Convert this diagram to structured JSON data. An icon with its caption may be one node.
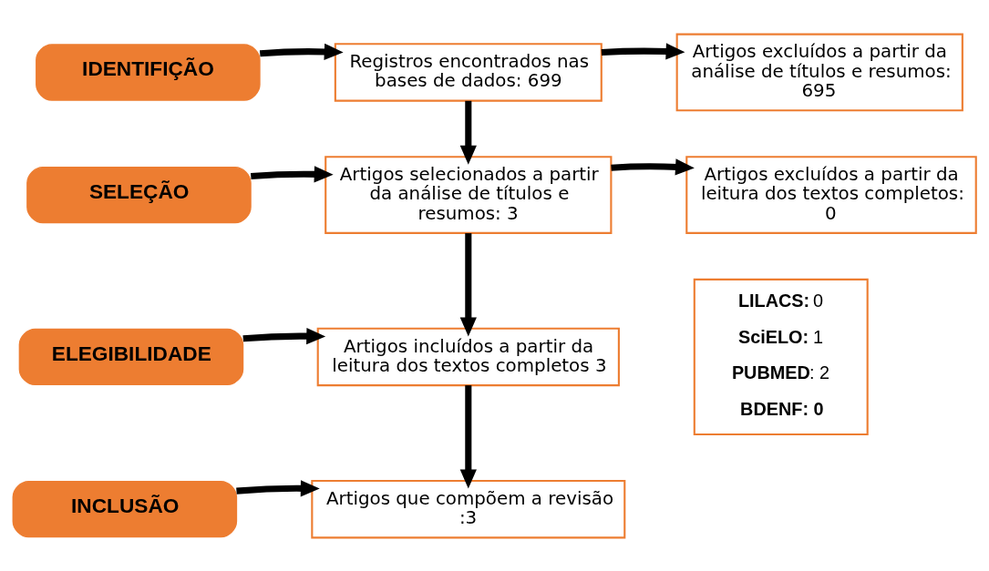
{
  "diagram": {
    "nodes": [
      {
        "text": [
          "IDENTIFIÇÃO"
        ]
      },
      {
        "text": [
          "Registros encontrados nas bases de dados: 699"
        ]
      },
      {
        "text": [
          "Artigos excluídos a partir da análise de títulos e resumos: 695"
        ]
      },
      {
        "text": [
          "SELEÇÃO"
        ]
      },
      {
        "text": [
          "Artigos selecionados a partir da análise de títulos e resumos: 3"
        ]
      },
      {
        "text": [
          "Artigos excluídos a partir da leitura dos textos completos: 0"
        ]
      },
      {
        "text": [
          "ELEGIBILIDADE"
        ]
      },
      {
        "text": [
          "Artigos incluídos a partir da leitura dos textos completos 3"
        ]
      },
      {
        "text": [
          "INCLUSÃO"
        ]
      },
      {
        "text": [
          "Artigos que compõem a revisão :3"
        ]
      },
      {
        "text": [
          "**LILACS:** 0",
          "**SciELO:** 1",
          "**PUBMED**: 2",
          "**BDENF: 0**"
        ]
      }
    ],
    "edges": [
      {
        "from": 0,
        "to": 1,
        "arrow": "to"
      },
      {
        "from": 1,
        "to": 2,
        "arrow": "to"
      },
      {
        "from": 1,
        "to": 4,
        "arrow": "to"
      },
      {
        "from": 3,
        "to": 4,
        "arrow": "to"
      },
      {
        "from": 4,
        "to": 5,
        "arrow": "to"
      },
      {
        "from": 4,
        "to": 7,
        "arrow": "to"
      },
      {
        "from": 6,
        "to": 7,
        "arrow": "to"
      },
      {
        "from": 7,
        "to": 9,
        "arrow": "to"
      },
      {
        "from": 8,
        "to": 9,
        "arrow": "to"
      }
    ]
  }
}
